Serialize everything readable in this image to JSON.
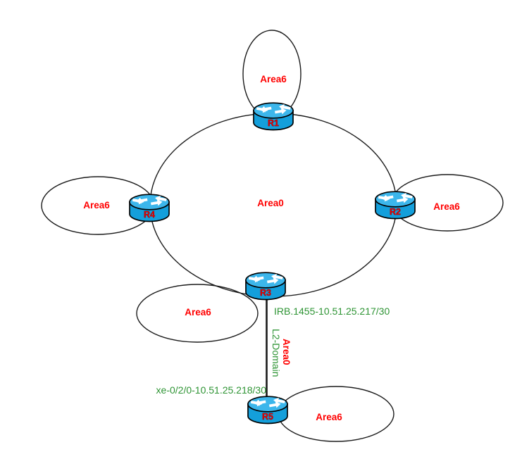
{
  "labels": {
    "area6_top": "Area6",
    "area0_center": "Area0",
    "area6_left": "Area6",
    "area6_right": "Area6",
    "area6_lower_left": "Area6",
    "area6_bottom_right": "Area6",
    "irb_interface": "IRB.1455-10.51.25.217/30",
    "xe_interface": "xe-0/2/0-10.51.25.218/30",
    "l2_domain": "L2-Domain",
    "area0_vertical": "Area0"
  },
  "routers": [
    {
      "label": "R1"
    },
    {
      "label": "R2"
    },
    {
      "label": "R3"
    },
    {
      "label": "R4"
    },
    {
      "label": "R5"
    }
  ],
  "colors": {
    "area_label": "#ff0000",
    "interface_label": "#2e9434",
    "router_label": "#e10000",
    "router_top": "#3cb6eb",
    "router_body": "#149fdb",
    "outline": "#1a1a1a"
  }
}
